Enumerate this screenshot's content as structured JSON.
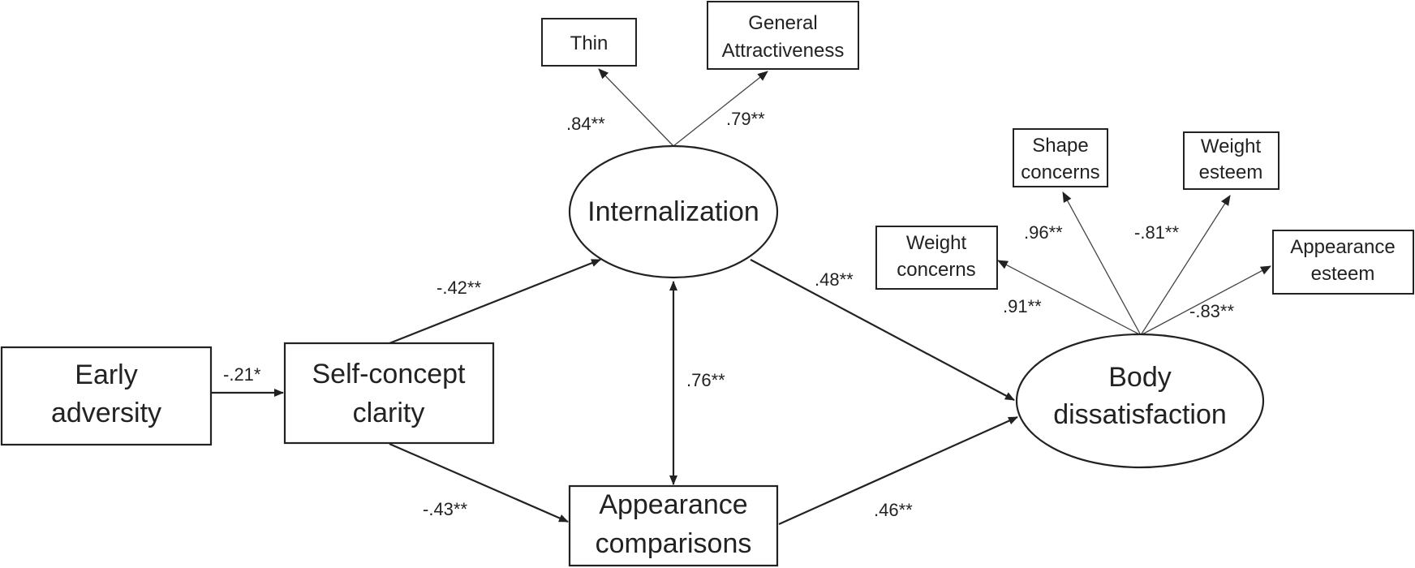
{
  "nodes": {
    "early_adversity": [
      "Early",
      "adversity"
    ],
    "self_concept": [
      "Self-concept",
      "clarity"
    ],
    "internalization": [
      "Internalization"
    ],
    "appearance_comparisons": [
      "Appearance",
      "comparisons"
    ],
    "body_dissatisfaction": [
      "Body",
      "dissatisfaction"
    ],
    "thin": [
      "Thin"
    ],
    "general_attractiveness": [
      "General",
      "Attractiveness"
    ],
    "shape_concerns": [
      "Shape",
      "concerns"
    ],
    "weight_esteem": [
      "Weight",
      "esteem"
    ],
    "weight_concerns": [
      "Weight",
      "concerns"
    ],
    "appearance_esteem": [
      "Appearance",
      "esteem"
    ]
  },
  "paths": {
    "early_to_self": "-.21*",
    "self_to_internalization": "-.42**",
    "self_to_comparisons": "-.43**",
    "internalization_comparisons": ".76**",
    "internalization_to_body": ".48**",
    "comparisons_to_body": ".46**"
  },
  "loadings": {
    "thin": ".84**",
    "general_attractiveness": ".79**",
    "weight_concerns": ".91**",
    "shape_concerns": ".96**",
    "weight_esteem": "-.81**",
    "appearance_esteem": "-.83**"
  }
}
